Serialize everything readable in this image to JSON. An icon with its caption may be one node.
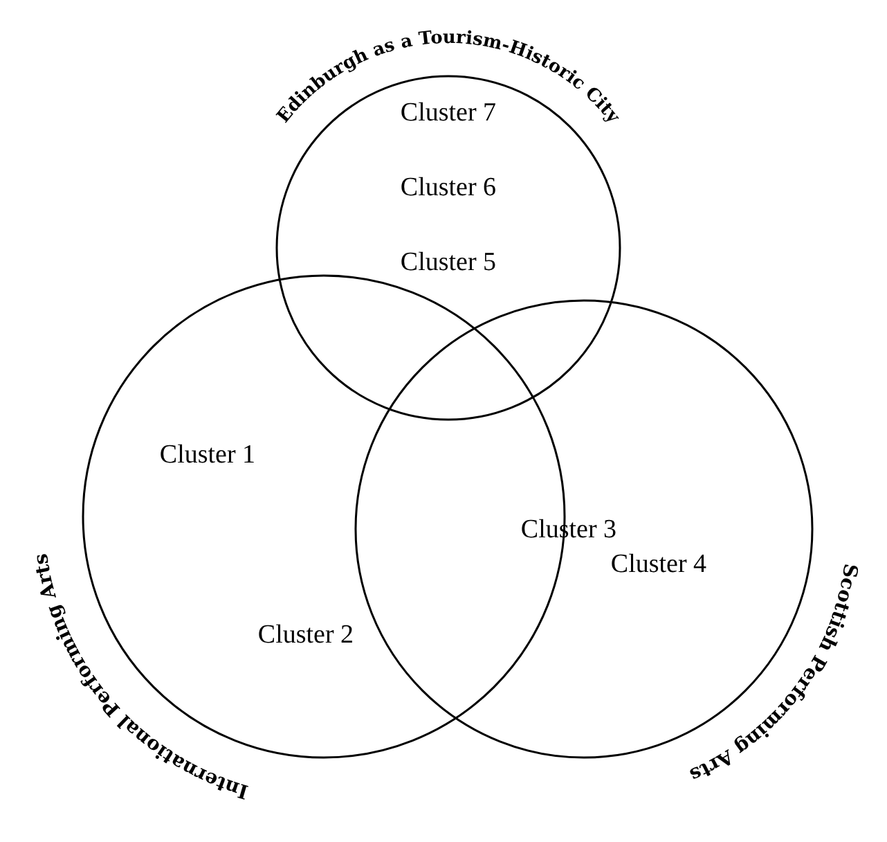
{
  "diagram": {
    "nodes": [
      {
        "text": [
          "Edinburgh as a Tourism-Historic City"
        ]
      },
      {
        "text": [
          "International Performing Arts"
        ]
      },
      {
        "text": [
          "Scottish Performing Arts"
        ]
      }
    ],
    "labels": [
      "Cluster 7",
      "Cluster 6",
      "Cluster 5",
      "Cluster 1",
      "Cluster 3",
      "Cluster 4",
      "Cluster 2"
    ]
  }
}
